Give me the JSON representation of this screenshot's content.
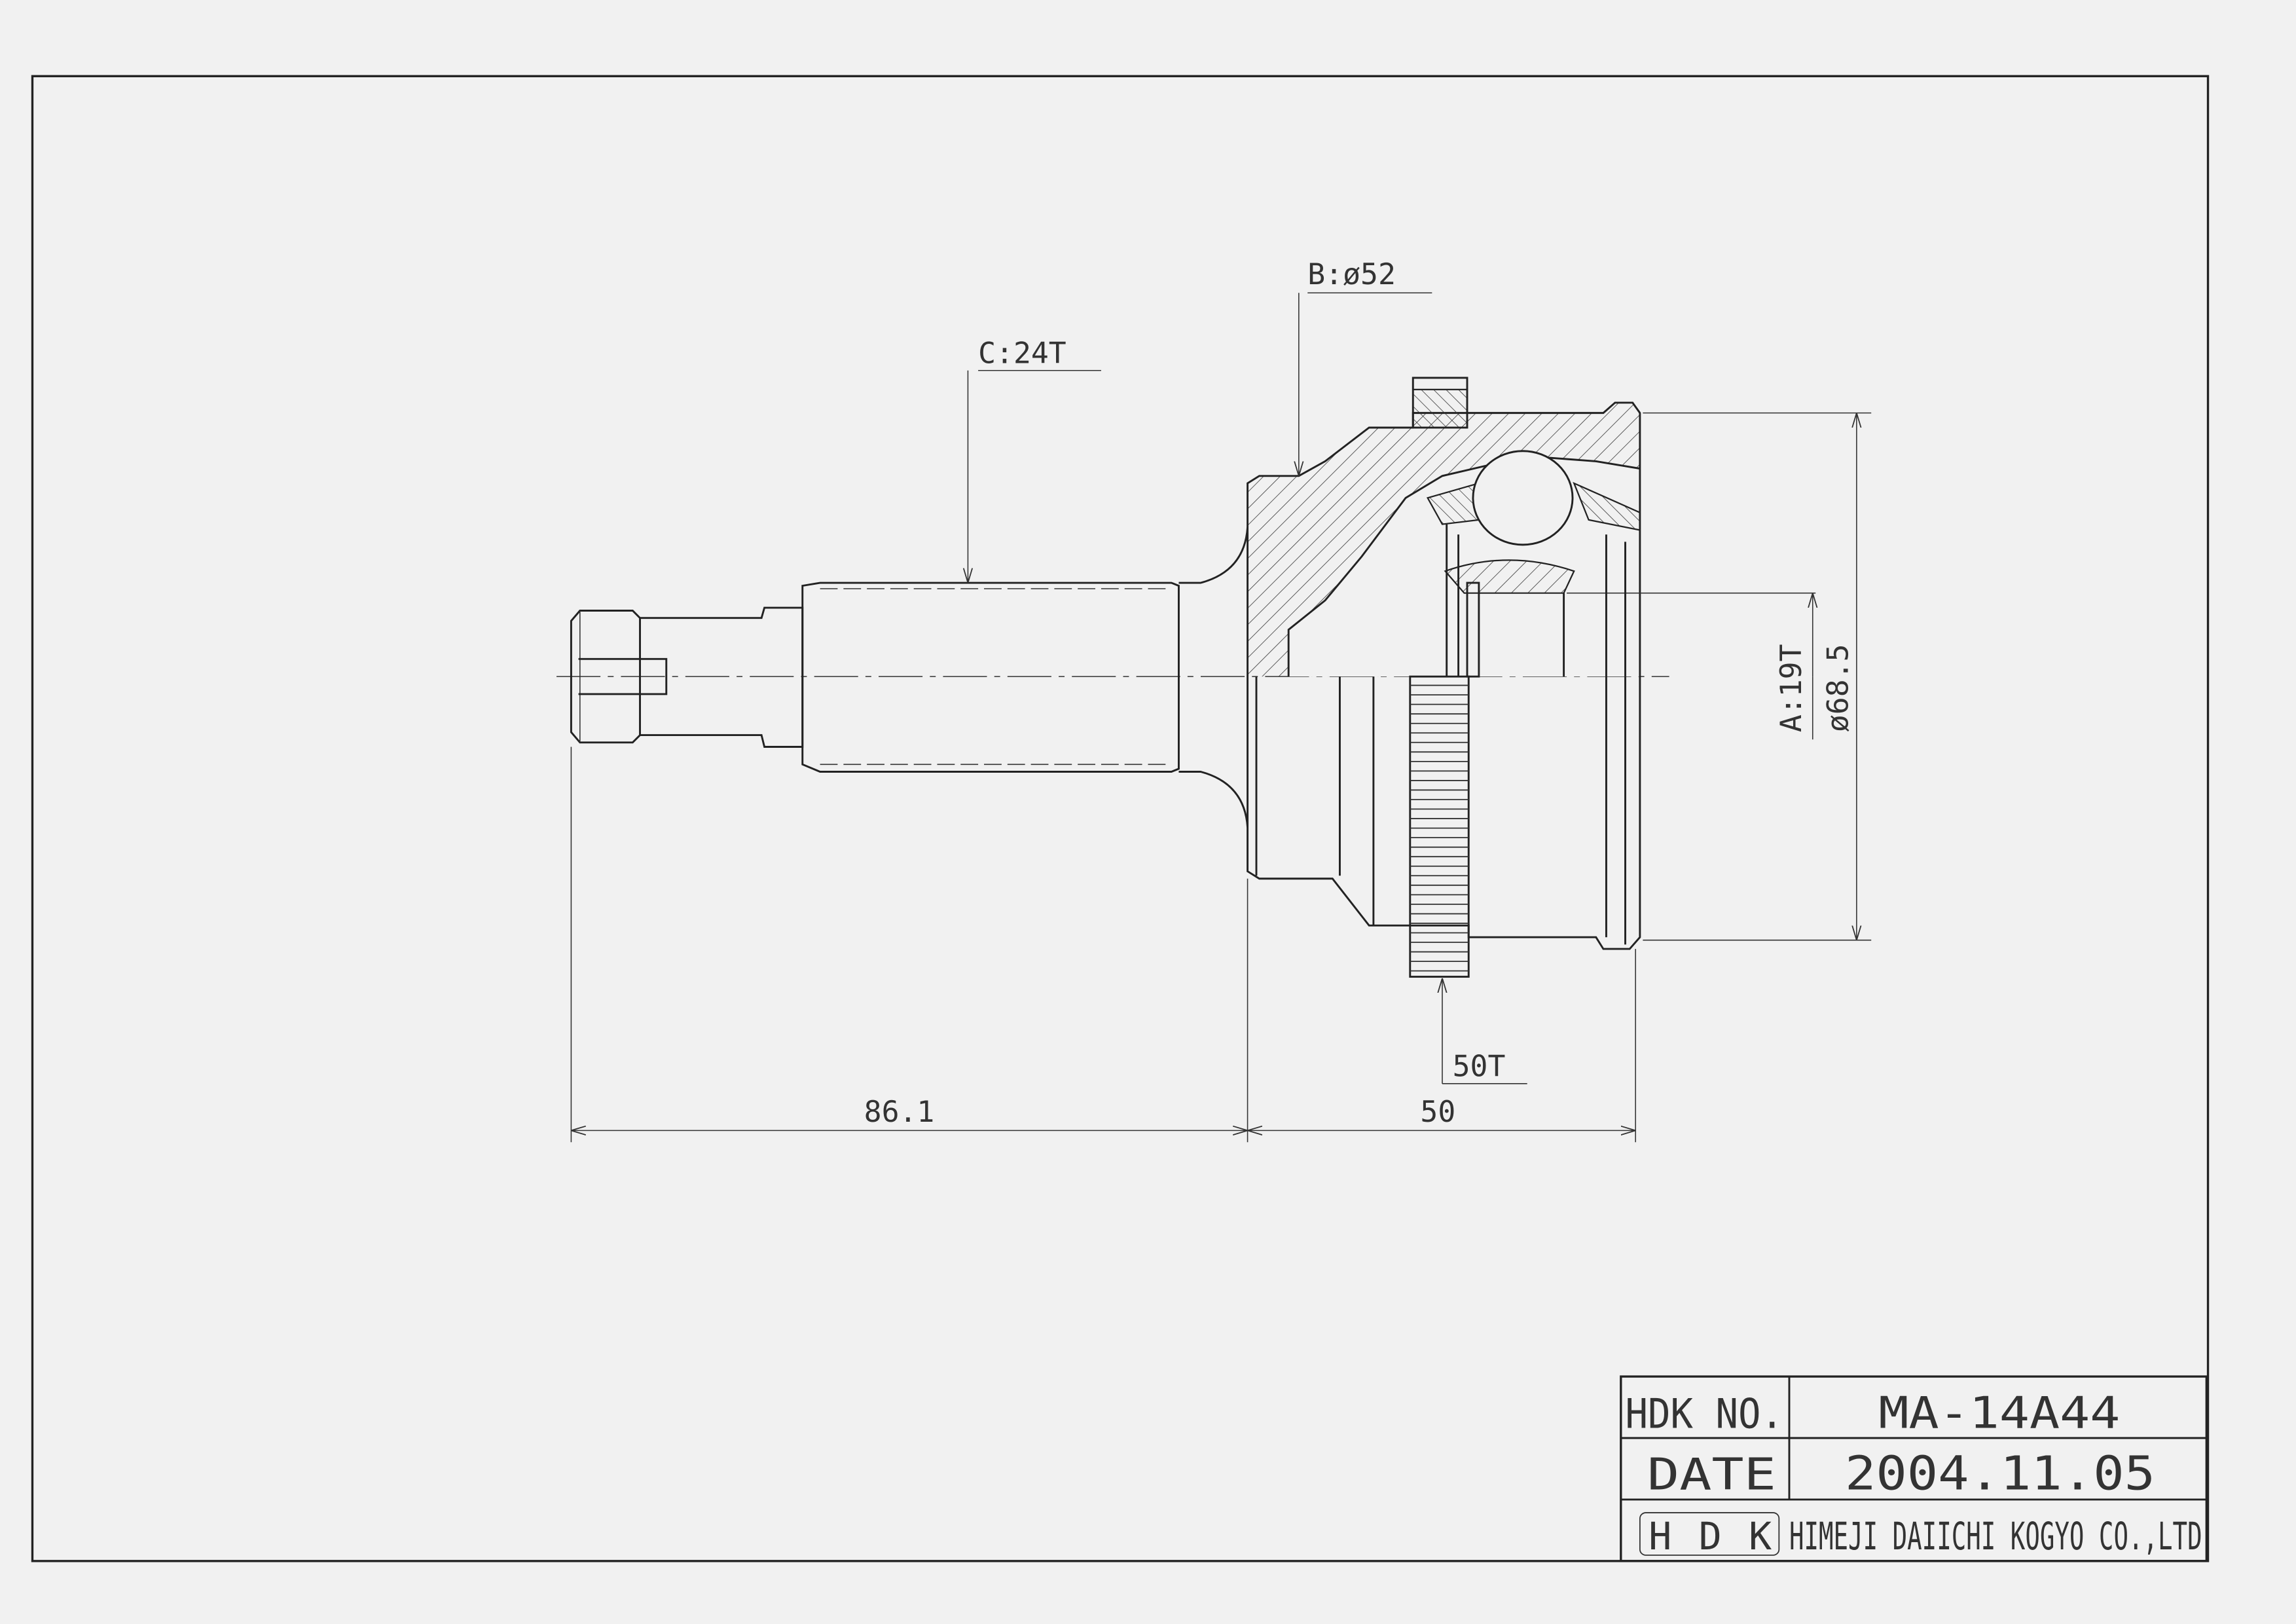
{
  "drawing": {
    "annotations": {
      "spline_c": "C:24T",
      "diameter_b": "B:ø52",
      "spline_a": "A:19T",
      "outer_diameter": "ø68.5",
      "abs_teeth": "50T",
      "shaft_length": "86.1",
      "body_length": "50"
    }
  },
  "title_block": {
    "hdk_no_label": "HDK NO.",
    "hdk_no_value": "MA-14A44",
    "date_label": "DATE",
    "date_value": "2004.11.05",
    "logo": "HDK",
    "company": "HIMEJI DAIICHI KOGYO CO.,LTD"
  }
}
